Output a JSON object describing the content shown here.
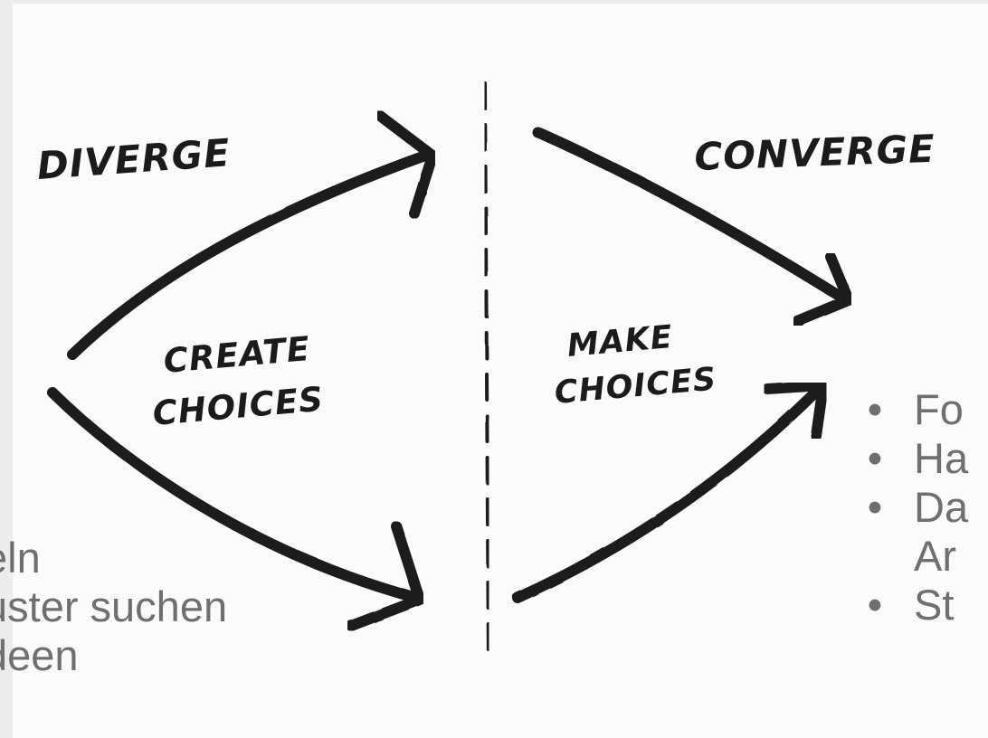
{
  "diagram": {
    "labels": {
      "diverge": "DIVERGE",
      "converge": "CONVERGE",
      "create_line1": "CREATE",
      "create_line2": "CHOICES",
      "make_line1": "MAKE",
      "make_line2": "CHOICES"
    },
    "overlay_left": [
      "eln",
      "uster suchen",
      "deen"
    ],
    "overlay_right": [
      {
        "bullet": "•",
        "text": "Fo"
      },
      {
        "bullet": "•",
        "text": "Ha"
      },
      {
        "bullet": "•",
        "text": "Da"
      },
      {
        "bullet": "",
        "text": "Ar"
      },
      {
        "bullet": "•",
        "text": "St"
      }
    ],
    "colors": {
      "ink": "#1b1b1b",
      "overlay_text": "#6f6f6f",
      "paper": "#fbfbfa",
      "page_background": "#ececec"
    }
  }
}
